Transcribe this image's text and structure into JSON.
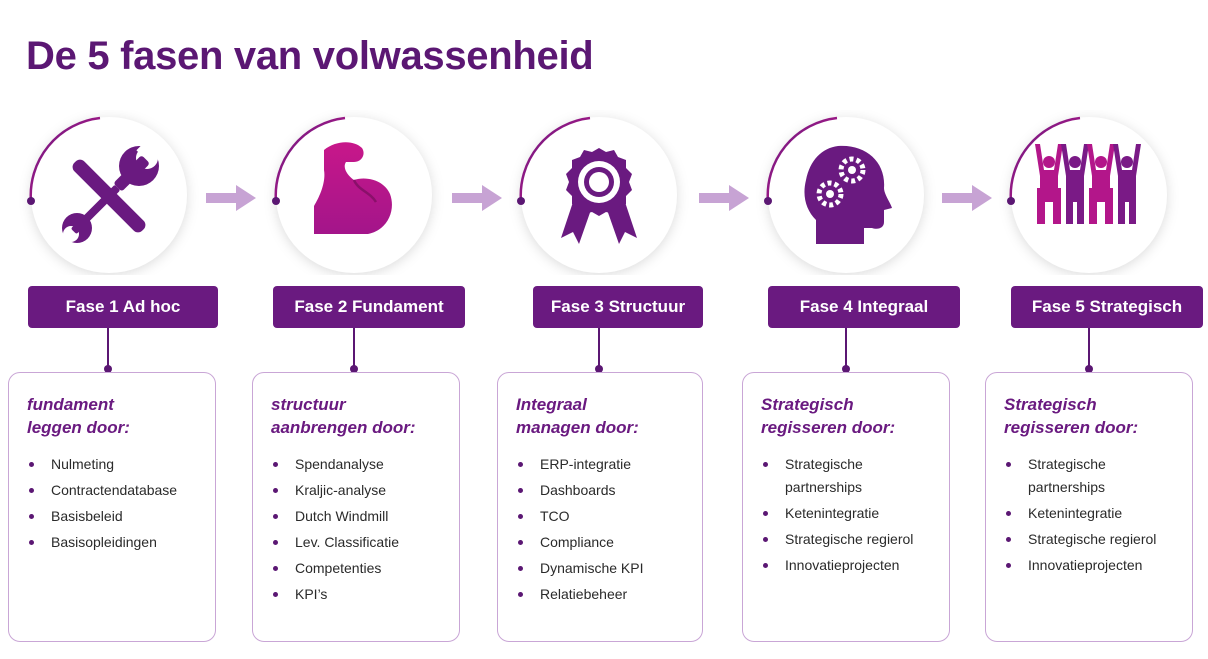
{
  "title": "De 5 fasen van volwassenheid",
  "colors": {
    "primary": "#6a1a80",
    "dark": "#5b1773",
    "magenta": "#c8178a",
    "arrow": "#c7a3d4",
    "card_border": "#c9a6d6"
  },
  "phases": [
    {
      "label": "Fase 1 Ad hoc",
      "icon": "tools-icon",
      "heading": [
        "fundament",
        "leggen door:"
      ],
      "items": [
        "Nulmeting",
        "Contractendatabase",
        "Basisbeleid",
        "Basisopleidingen"
      ]
    },
    {
      "label": "Fase 2 Fundament",
      "icon": "flexed-arm-icon",
      "heading": [
        "structuur",
        "aanbrengen door:"
      ],
      "items": [
        "Spendanalyse",
        "Kraljic-analyse",
        "Dutch Windmill",
        "Lev. Classificatie",
        "Competenties",
        "KPI’s"
      ]
    },
    {
      "label": "Fase 3 Structuur",
      "icon": "award-ribbon-icon",
      "heading": [
        "Integraal",
        "managen door:"
      ],
      "items": [
        "ERP-integratie",
        "Dashboards",
        "TCO",
        "Compliance",
        "Dynamische KPI",
        "Relatiebeheer"
      ]
    },
    {
      "label": "Fase 4 Integraal",
      "icon": "head-gears-icon",
      "heading": [
        "Strategisch",
        "regisseren door:"
      ],
      "items": [
        "Strategische partnerships",
        "Ketenintegratie",
        "Strategische regierol",
        "Innovatieprojecten"
      ]
    },
    {
      "label": "Fase 5 Strategisch",
      "icon": "team-celebrating-icon",
      "heading": [
        "Strategisch",
        "regisseren door:"
      ],
      "items": [
        "Strategische partnerships",
        "Ketenintegratie",
        "Strategische regierol",
        "Innovatieprojecten"
      ]
    }
  ]
}
